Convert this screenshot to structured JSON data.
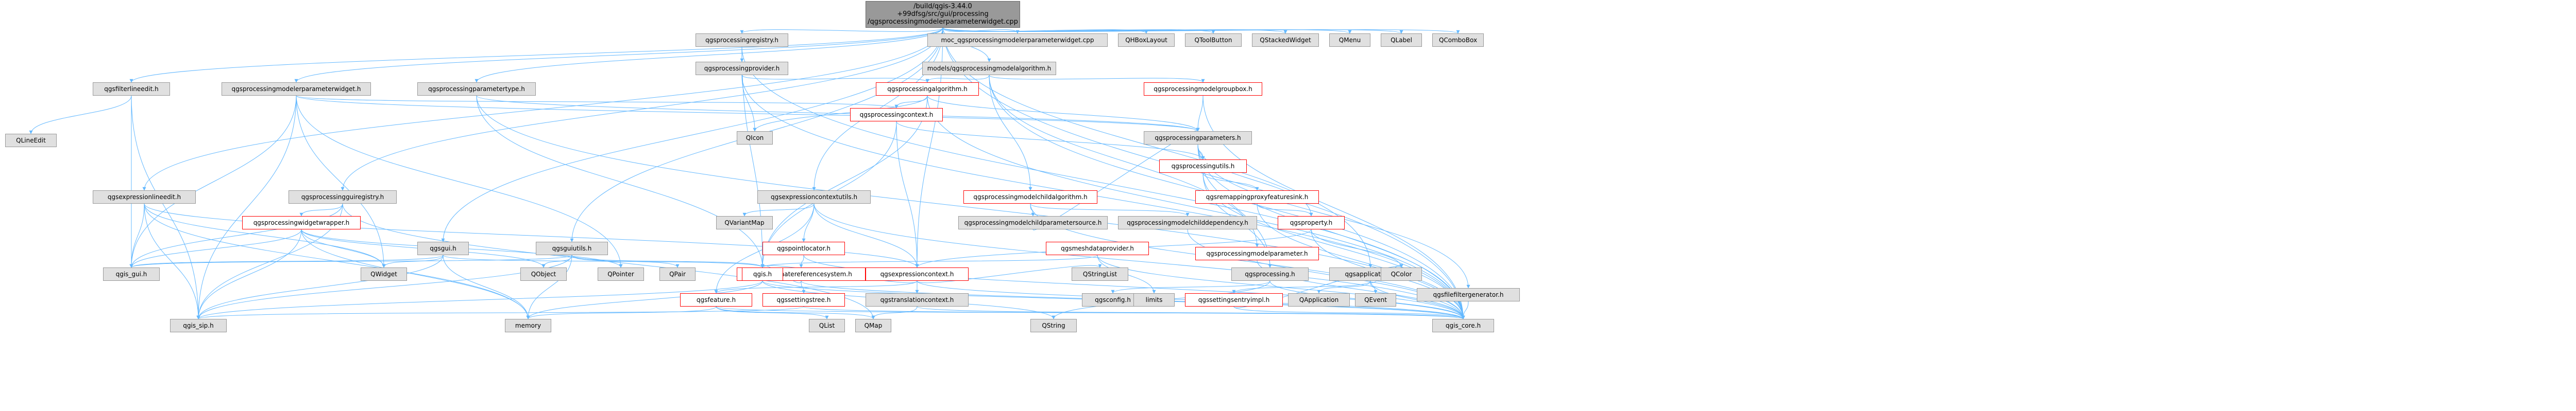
{
  "root": {
    "line1": "/build/qgis-3.44.0",
    "line2": "+99dfsg/src/gui/processing",
    "line3": "/qgsprocessingmodelerparameterwidget.cpp"
  },
  "nodes": {
    "moc": "moc_qgsprocessingmodelerparameterwidget.cpp",
    "qhboxlayout": "QHBoxLayout",
    "qtoolbutton": "QToolButton",
    "qstackedwidget": "QStackedWidget",
    "qmenu": "QMenu",
    "qlabel": "QLabel",
    "qcombobox": "QComboBox",
    "qgsprocessingregistry": "qgsprocessingregistry.h",
    "qgsprocessingprovider": "qgsprocessingprovider.h",
    "modelqgsprocessingmodelalgorithm": "models/qgsprocessingmodelalgorithm.h",
    "qgsprocessingmodelgroupbox": "qgsprocessingmodelgroupbox.h",
    "qgsprocessingalgorithm": "qgsprocessingalgorithm.h",
    "qgsprocessingparameters": "qgsprocessingparameters.h",
    "qgsprocessingcontext": "qgsprocessingcontext.h",
    "qicon": "QIcon",
    "qgsprocessingutils": "qgsprocessingutils.h",
    "qgsremappingproxyfeaturesink": "qgsremappingproxyfeaturesink.h",
    "qgsproperty": "qgsproperty.h",
    "qgsprocessingmodelchildalgorithm": "qgsprocessingmodelchildalgorithm.h",
    "qgsprocessingmodelchildparametersource": "qgsprocessingmodelchildparametersource.h",
    "qgsprocessingmodelchilddependency": "qgsprocessingmodelchilddependency.h",
    "qgsprocessingmodelparameter": "qgsprocessingmodelparameter.h",
    "qgsprocessing": "qgsprocessing.h",
    "qgsexpressioncontextutils": "qgsexpressioncontextutils.h",
    "qvariantmap": "QVariantMap",
    "qgspointlocator": "qgspointlocator.h",
    "qgscoordinatereferencesystem": "qgscoordinatereferencesystem.h",
    "qgsexpressioncontext": "qgsexpressioncontext.h",
    "qgsmeshdataprovider": "qgsmeshdataprovider.h",
    "qgsfeature": "qgsfeature.h",
    "qgstranslationcontext": "qgstranslationcontext.h",
    "qgssettingstree": "qgssettingstree.h",
    "qgis": "qgis.h",
    "qgsconfig": "qgsconfig.h",
    "qstringlist": "QStringList",
    "limits": "limits",
    "qgsapplication": "qgsapplication.h",
    "qapplication": "QApplication",
    "qevent": "QEvent",
    "qgssettingsentryimpl": "qgssettingsentryimpl.h",
    "qcolor": "QColor",
    "qgsfilefiltergenerator": "qgsfilefiltergenerator.h",
    "qgsprocessingmodelerparameterwidget": "qgsprocessingmodelerparameterwidget.h",
    "qgsprocessingparametertype": "qgsprocessingparametertype.h",
    "qgsfilterlineedit": "qgsfilterlineedit.h",
    "qlineedit": "QLineEdit",
    "qgsexpressionlineedit": "qgsexpressionlineedit.h",
    "qgsprocessingguiregistry": "qgsprocessingguiregistry.h",
    "qgsprocessingwidgetwrapper": "qgsprocessingwidgetwrapper.h",
    "qgsgui": "qgsgui.h",
    "qgsguiutils": "qgsguiutils.h",
    "qwidget": "QWidget",
    "qobject": "QObject",
    "qpointer": "QPointer",
    "qpair": "QPair",
    "qgis_gui": "qgis_gui.h",
    "qgis_sip": "qgis_sip.h",
    "memory": "memory",
    "qlist": "QList",
    "qmap": "QMap",
    "qstring": "QString",
    "qgis_core": "qgis_core.h"
  },
  "colors": {
    "edge": "#63b8ff",
    "rootFill": "#999999",
    "nodeFill": "#e0e0e0",
    "nodeBorder": "#999999",
    "highlightBorder": "#ff0000"
  }
}
